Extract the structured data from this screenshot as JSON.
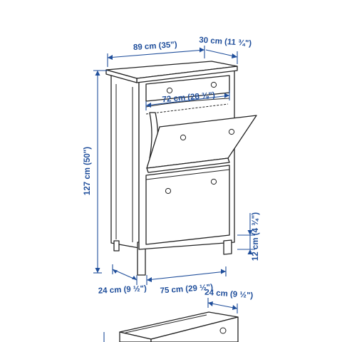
{
  "diagram": {
    "accent_color": "#1f4e9b",
    "line_color": "#222222",
    "dimensions": {
      "width_top": "89 cm (35\")",
      "depth_top": "30 cm (11 ¾\")",
      "inner_width": "72 cm (28 ⅜\")",
      "height": "127 cm (50\")",
      "leg_height": "12 cm (4 ¾\")",
      "depth_base": "24 cm (9 ½\")",
      "width_base": "75 cm (29 ½\")",
      "compartment_depth": "24 cm (9 ½\")"
    }
  }
}
